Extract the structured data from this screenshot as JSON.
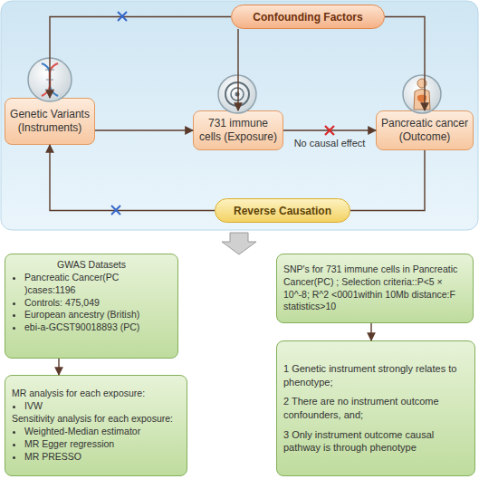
{
  "diagram": {
    "nodes": [
      {
        "text": [
          "Confounding Factors"
        ]
      },
      {
        "text": [
          "Genetic Variants (Instruments)"
        ]
      },
      {
        "text": [
          "731 immune cells (Exposure)"
        ]
      },
      {
        "text": [
          "Pancreatic cancer (Outcome)"
        ]
      },
      {
        "text": [
          "Reverse Causation"
        ]
      },
      {
        "text": [
          "GWAS Datasets",
          "Pancreatic Cancer(PC )cases:1196",
          "Controls: 475,049",
          "European ancestry (British)",
          "ebi-a-GCST90018893 (PC)"
        ]
      },
      {
        "text": [
          "SNP's for 731 immune cells in Pancreatic Cancer(PC) ; Selection criteria::P<5 × 10^-8; R^2 <0001within 10Mb distance:F statistics>10"
        ]
      },
      {
        "text": [
          "MR analysis for each exposure:",
          "IVW",
          "Sensitivity analysis for each exposure:",
          "Weighted-Median estimator",
          "MR Egger regression",
          "MR PRESSO"
        ]
      },
      {
        "text": [
          "1 Genetic instrument strongly relates to phenotype;",
          "2 There are no instrument outcome confounders, and;",
          "3 Only instrument outcome causal pathway is through phenotype"
        ]
      }
    ],
    "edges": [
      {
        "from": 0,
        "to": 1,
        "arrow": "to"
      },
      {
        "from": 0,
        "to": 2,
        "arrow": "to"
      },
      {
        "from": 0,
        "to": 3,
        "arrow": "to"
      },
      {
        "from": 1,
        "to": 2,
        "arrow": "to"
      },
      {
        "from": 2,
        "to": 3,
        "arrow": "to",
        "label": "No causal effect"
      },
      {
        "from": 3,
        "to": 4,
        "arrow": "none"
      },
      {
        "from": 4,
        "to": 1,
        "arrow": "to"
      },
      {
        "from": 5,
        "to": 7,
        "arrow": "to"
      },
      {
        "from": 6,
        "to": 8,
        "arrow": "to"
      }
    ]
  }
}
